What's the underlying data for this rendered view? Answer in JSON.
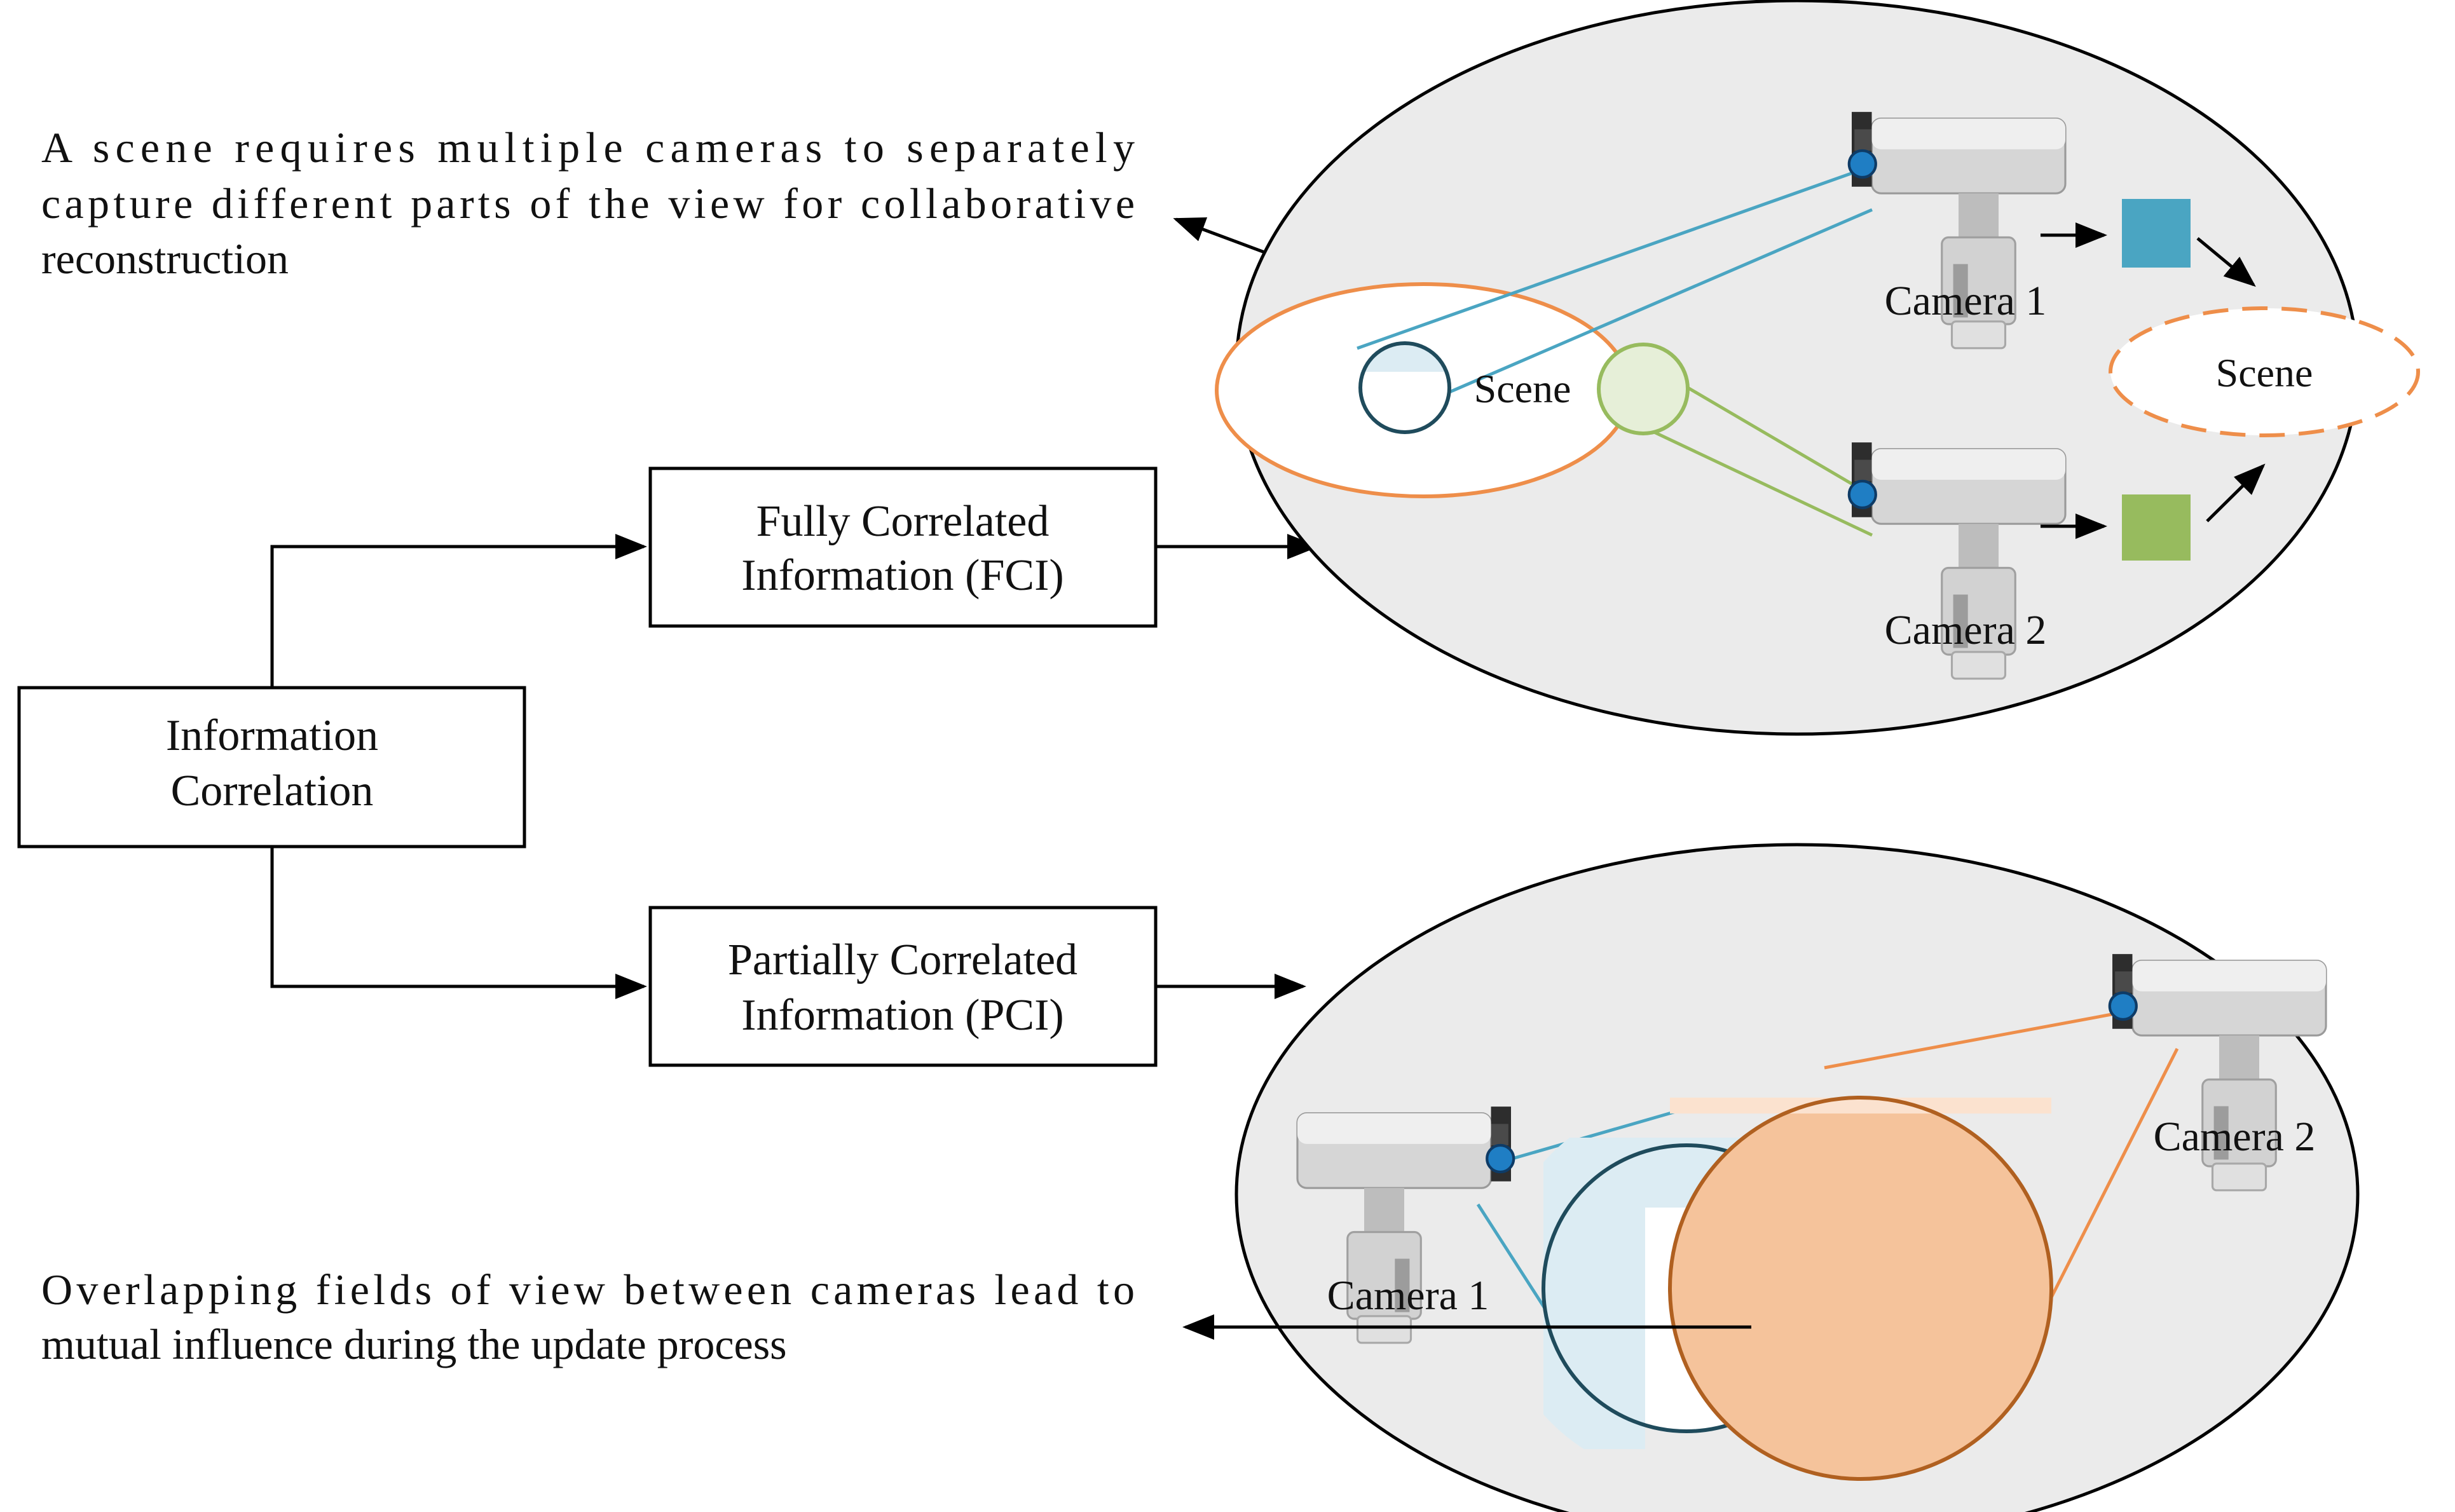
{
  "root": {
    "line1": "Information",
    "line2": "Correlation"
  },
  "fci": {
    "line1": "Fully Correlated",
    "line2": "Information (FCI)"
  },
  "pci": {
    "line1": "Partially Correlated",
    "line2": "Information (PCI)"
  },
  "fci_note": {
    "line1": "A scene requires multiple cameras to separately",
    "line2": "capture different parts of the view for collaborative",
    "line3": "reconstruction"
  },
  "pci_note": {
    "line1": "Overlapping fields of view between cameras lead to",
    "line2": "mutual influence during the update process"
  },
  "fci_panel": {
    "scene_label": "Scene",
    "merged_scene_label": "Scene",
    "camera1_label": "Camera 1",
    "camera2_label": "Camera 2"
  },
  "pci_panel": {
    "camera1_label": "Camera 1",
    "camera2_label": "Camera 2"
  },
  "colors": {
    "panel_fill": "#ebebeb",
    "orange": "#ee8e4a",
    "orange_fill": "#f5c39b",
    "dark_orange": "#b06020",
    "blue": "#4aa5c2",
    "blue_fill": "#dcecf3",
    "dark_teal": "#1f4b5c",
    "green": "#97bb5e",
    "green_fill": "#e6efd8"
  }
}
